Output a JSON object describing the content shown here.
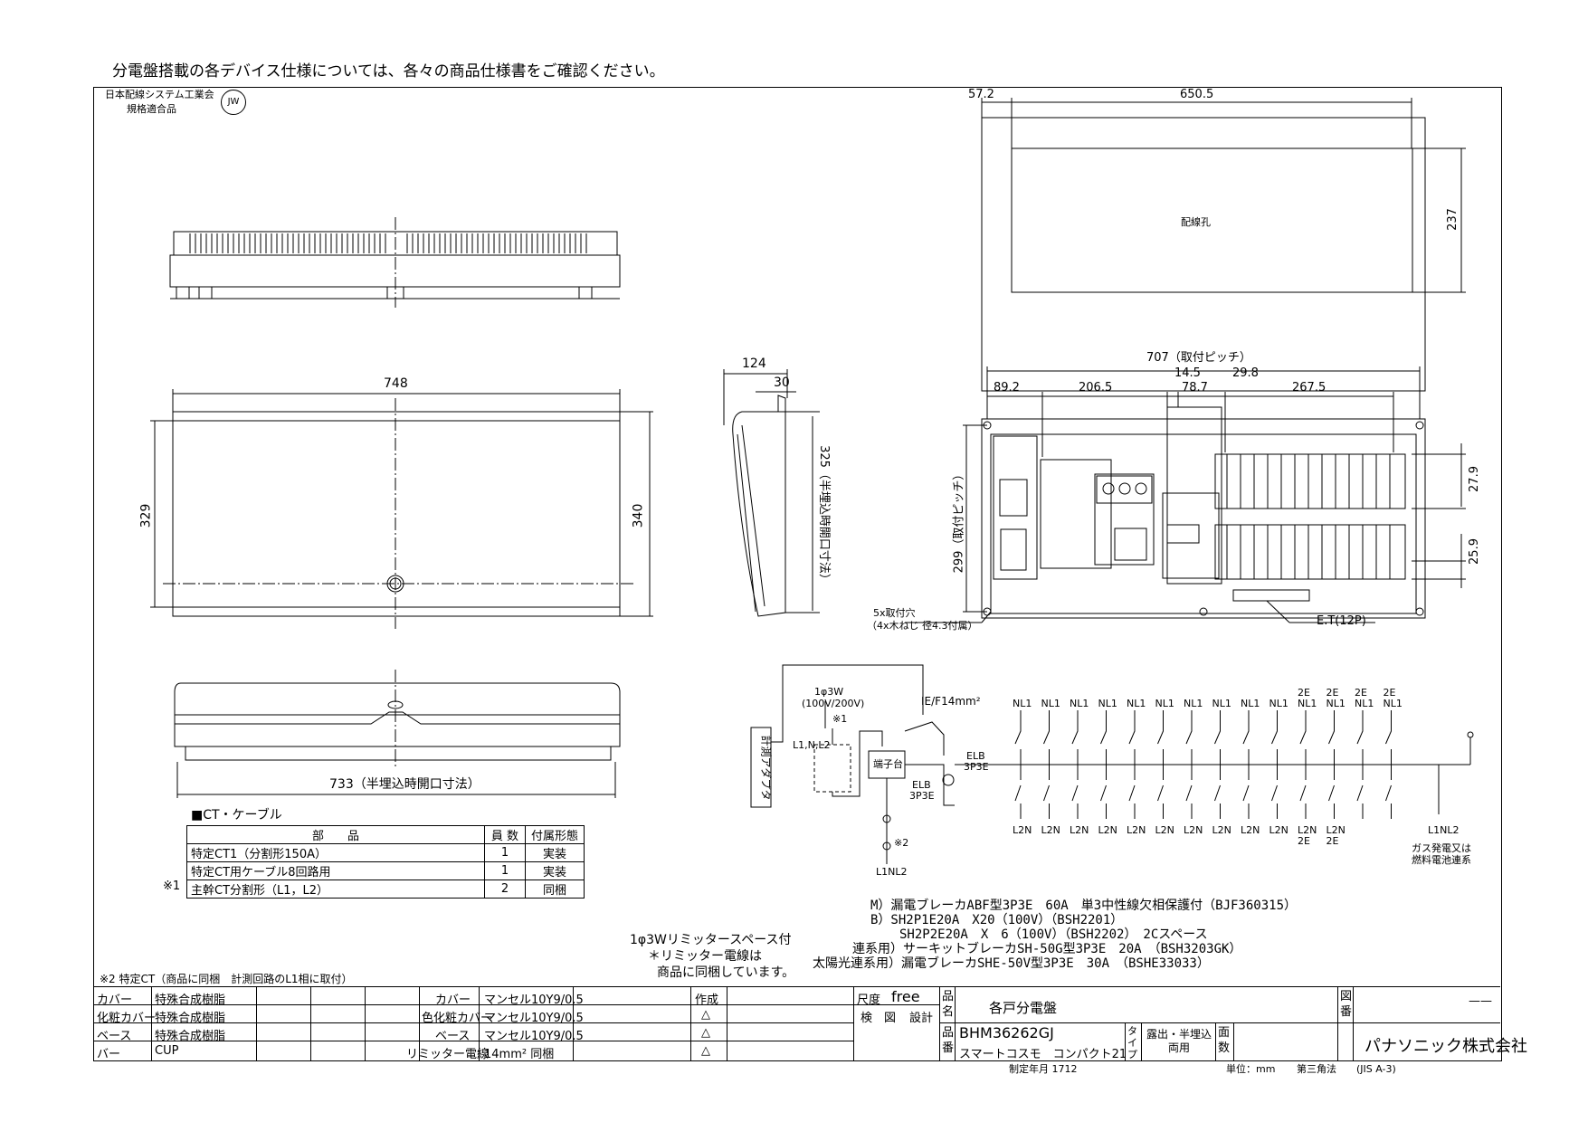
{
  "header_note": "分電盤搭載の各デバイス仕様については、各々の商品仕様書をご確認ください。",
  "association": {
    "line1": "日本配線システム工業会",
    "line2": "規格適合品",
    "mark": "JW"
  },
  "dims": {
    "top_57": "57.2",
    "top_650": "650.5",
    "top_237": "237",
    "wiring_hole": "配線孔",
    "front_748": "748",
    "front_329": "329",
    "front_340": "340",
    "side_124": "124",
    "side_30": "30",
    "side_325": "325（半埋込時開口寸法）",
    "bottom_733": "733（半埋込時開口寸法）",
    "pitch_707": "707（取付ピッチ）",
    "d_89": "89.2",
    "d_206": "206.5",
    "d_14": "14.5",
    "d_78": "78.7",
    "d_29": "29.8",
    "d_267": "267.5",
    "d_299": "299（取付ピッチ）",
    "d_27": "27.9",
    "d_25": "25.9",
    "holes": "5x取付穴",
    "holes_sub": "（4x木ねじ 径4.3付属）",
    "et": "E.T(12P)"
  },
  "schematic": {
    "adapter": "計測アダプタ",
    "phase": "1φ3W",
    "voltage": "(100V/200V)",
    "note1": "※1",
    "lines": "L1,N,L2",
    "ie": "IE/F14mm²",
    "terminal": "端子台",
    "elb1": "ELB",
    "elb1b": "3P3E",
    "elb2": "ELB",
    "elb2b": "3P3E",
    "note2": "※2",
    "l1nl2": "L1NL2",
    "branches_top": [
      "NL1",
      "NL1",
      "NL1",
      "NL1",
      "NL1",
      "NL1",
      "NL1",
      "NL1",
      "NL1",
      "NL1",
      "2E NL1",
      "2E NL1",
      "2E NL1",
      "2E NL1"
    ],
    "branches_bottom": [
      "L2N",
      "L2N",
      "L2N",
      "L2N",
      "L2N",
      "L2N",
      "L2N",
      "L2N",
      "L2N",
      "L2N",
      "L2N 2E",
      "L2N 2E",
      "",
      ""
    ],
    "main_out": "L1NL2",
    "gas_note1": "ガス発電又は",
    "gas_note2": "燃料電池連系"
  },
  "ct_table": {
    "title": "■CT・ケーブル",
    "headers": [
      "部　　品",
      "員 数",
      "付属形態"
    ],
    "rows": [
      {
        "mark": "",
        "part": "特定CT1（分割形150A）",
        "qty": "1",
        "form": "実装"
      },
      {
        "mark": "",
        "part": "特定CT用ケーブル8回路用",
        "qty": "1",
        "form": "実装"
      },
      {
        "mark": "※1",
        "part": "主幹CT分割形（L1，L2）",
        "qty": "2",
        "form": "同梱"
      }
    ]
  },
  "specs": [
    "M）漏電ブレーカABF型3P3E　60A　単3中性線欠相保護付（BJF360315）",
    "B）SH2P1E20A　X20（100V）（BSH2201）",
    "SH2P2E20A　X　6（100V）（BSH2202）　2Cスペース",
    "連系用）サーキットブレーカSH-50G型3P3E　20A　（BSH3203GK）",
    "太陽光連系用）漏電ブレーカSHE-50V型3P3E　30A　（BSHE33033）"
  ],
  "limiter": {
    "line1": "1φ3Wリミッタースペース付",
    "line2": "＊リミッター電線は",
    "line3": "商品に同梱しています。"
  },
  "ct_note": "※2 特定CT（商品に同梱　計測回路のL1相に取付）",
  "title_block": {
    "materials": [
      {
        "label": "カバー",
        "value": "特殊合成樹脂"
      },
      {
        "label": "化粧カバー",
        "value": "特殊合成樹脂"
      },
      {
        "label": "ベース",
        "value": "特殊合成樹脂"
      },
      {
        "label": "バー",
        "value": "CUP"
      }
    ],
    "color_label": "色",
    "colors": [
      {
        "label": "カバー",
        "value": "マンセル10Y9/0.5"
      },
      {
        "label": "化粧カバー",
        "value": "マンセル10Y9/0.5"
      },
      {
        "label": "ベース",
        "value": "マンセル10Y9/0.5"
      },
      {
        "label": "リミッター電線",
        "value": "14mm² 同梱"
      }
    ],
    "made": "作成",
    "triangle": "△",
    "scale_label": "尺度",
    "scale": "free",
    "check": "検　図",
    "design": "設計",
    "name_label": "品名",
    "name": "各戸分電盤",
    "number_label": "品番",
    "number": "BHM36262GJ",
    "series": "スマートコスモ　コンパクト21",
    "type_label": "タイプ",
    "type": "露出・半埋込両用",
    "side": "面数",
    "drawing_label": "図番",
    "drawing": "——",
    "company": "パナソニック株式会社",
    "date": "制定年月 1712",
    "unit": "単位：mm",
    "projection": "第三角法　　(JIS A-3)"
  }
}
